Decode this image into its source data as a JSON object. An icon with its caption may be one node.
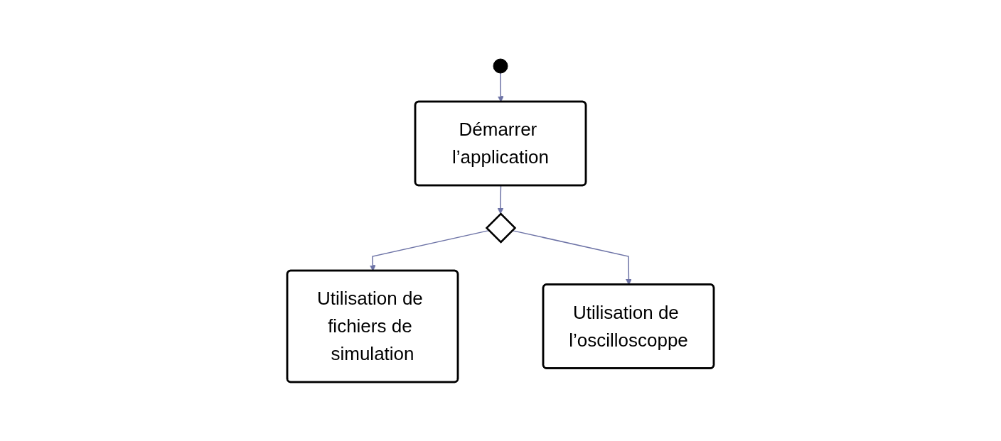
{
  "diagram": {
    "nodes": [
      {
        "text": [],
        "shape": "circle"
      },
      {
        "text": [
          "Démarrer l’application"
        ]
      },
      {
        "text": [],
        "shape": "diamond"
      },
      {
        "text": [
          "Utilisation de fichiers de simulation"
        ]
      },
      {
        "text": [
          "Utilisation de l’oscilloscoppe"
        ]
      }
    ],
    "edges": [
      {
        "from": 0,
        "to": 1,
        "arrow": "to"
      },
      {
        "from": 1,
        "to": 2,
        "arrow": "to"
      },
      {
        "from": 2,
        "to": 3,
        "arrow": "to"
      },
      {
        "from": 2,
        "to": 4,
        "arrow": "to"
      }
    ]
  }
}
